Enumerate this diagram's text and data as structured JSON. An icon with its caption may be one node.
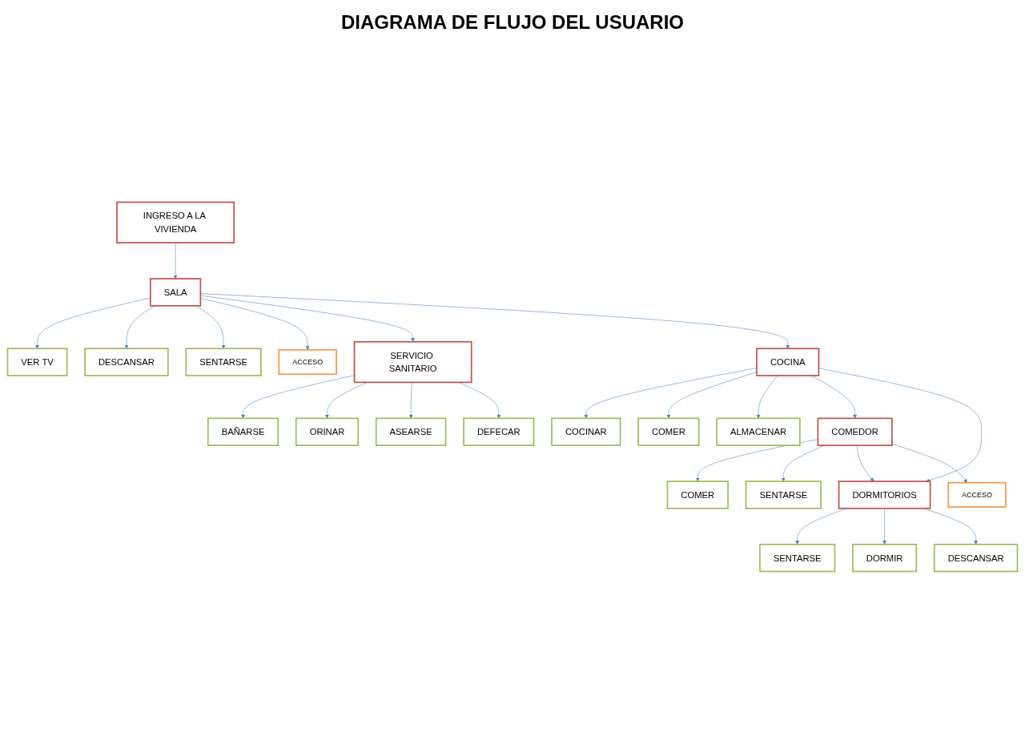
{
  "diagram": {
    "title": "DIAGRAMA DE FLUJO DEL USUARIO",
    "nodes": [
      {
        "text": [
          "VER TV"
        ]
      },
      {
        "text": [
          "DESCANSAR"
        ]
      },
      {
        "text": [
          "SENTARSE"
        ]
      },
      {
        "text": [
          "ACCESO"
        ]
      },
      {
        "text": [
          "BAÑARSE"
        ]
      },
      {
        "text": [
          "ORINAR"
        ]
      },
      {
        "text": [
          "INGRESO A LA VIVIENDA"
        ]
      },
      {
        "text": [
          "SALA"
        ]
      },
      {
        "text": [
          "SERVICIO SANITARIO"
        ]
      },
      {
        "text": [
          "ASEARSE"
        ]
      },
      {
        "text": [
          "DEFECAR"
        ]
      },
      {
        "text": [
          "COCINAR"
        ]
      },
      {
        "text": [
          "COMER"
        ]
      },
      {
        "text": [
          "COCINA"
        ]
      },
      {
        "text": [
          "COMEDOR"
        ]
      },
      {
        "text": [
          "COMER"
        ]
      },
      {
        "text": [
          "ALMACENAR"
        ]
      },
      {
        "text": [
          "SENTARSE"
        ]
      },
      {
        "text": [
          "SENTARSE"
        ]
      },
      {
        "text": [
          "DORMITORIOS"
        ]
      },
      {
        "text": [
          "ACCESO"
        ]
      },
      {
        "text": [
          "DORMIR"
        ]
      },
      {
        "text": [
          "DESCANSAR"
        ]
      }
    ],
    "edges": [
      {
        "from": 6,
        "to": 7,
        "arrow": "to"
      },
      {
        "from": 7,
        "to": 0,
        "arrow": "to"
      },
      {
        "from": 7,
        "to": 1,
        "arrow": "to"
      },
      {
        "from": 7,
        "to": 2,
        "arrow": "to"
      },
      {
        "from": 7,
        "to": 3,
        "arrow": "to"
      },
      {
        "from": 7,
        "to": 8,
        "arrow": "to"
      },
      {
        "from": 7,
        "to": 13,
        "arrow": "to"
      },
      {
        "from": 8,
        "to": 4,
        "arrow": "to"
      },
      {
        "from": 8,
        "to": 5,
        "arrow": "to"
      },
      {
        "from": 8,
        "to": 9,
        "arrow": "to"
      },
      {
        "from": 8,
        "to": 10,
        "arrow": "to"
      },
      {
        "from": 13,
        "to": 11,
        "arrow": "to"
      },
      {
        "from": 13,
        "to": 12,
        "arrow": "to"
      },
      {
        "from": 13,
        "to": 16,
        "arrow": "to"
      },
      {
        "from": 13,
        "to": 14,
        "arrow": "to"
      },
      {
        "from": 13,
        "to": 19,
        "arrow": "to"
      },
      {
        "from": 14,
        "to": 15,
        "arrow": "to"
      },
      {
        "from": 14,
        "to": 17,
        "arrow": "to"
      },
      {
        "from": 14,
        "to": 19,
        "arrow": "to"
      },
      {
        "from": 14,
        "to": 20,
        "arrow": "to"
      },
      {
        "from": 19,
        "to": 18,
        "arrow": "to"
      },
      {
        "from": 19,
        "to": 21,
        "arrow": "to"
      },
      {
        "from": 19,
        "to": 22,
        "arrow": "to"
      }
    ]
  }
}
